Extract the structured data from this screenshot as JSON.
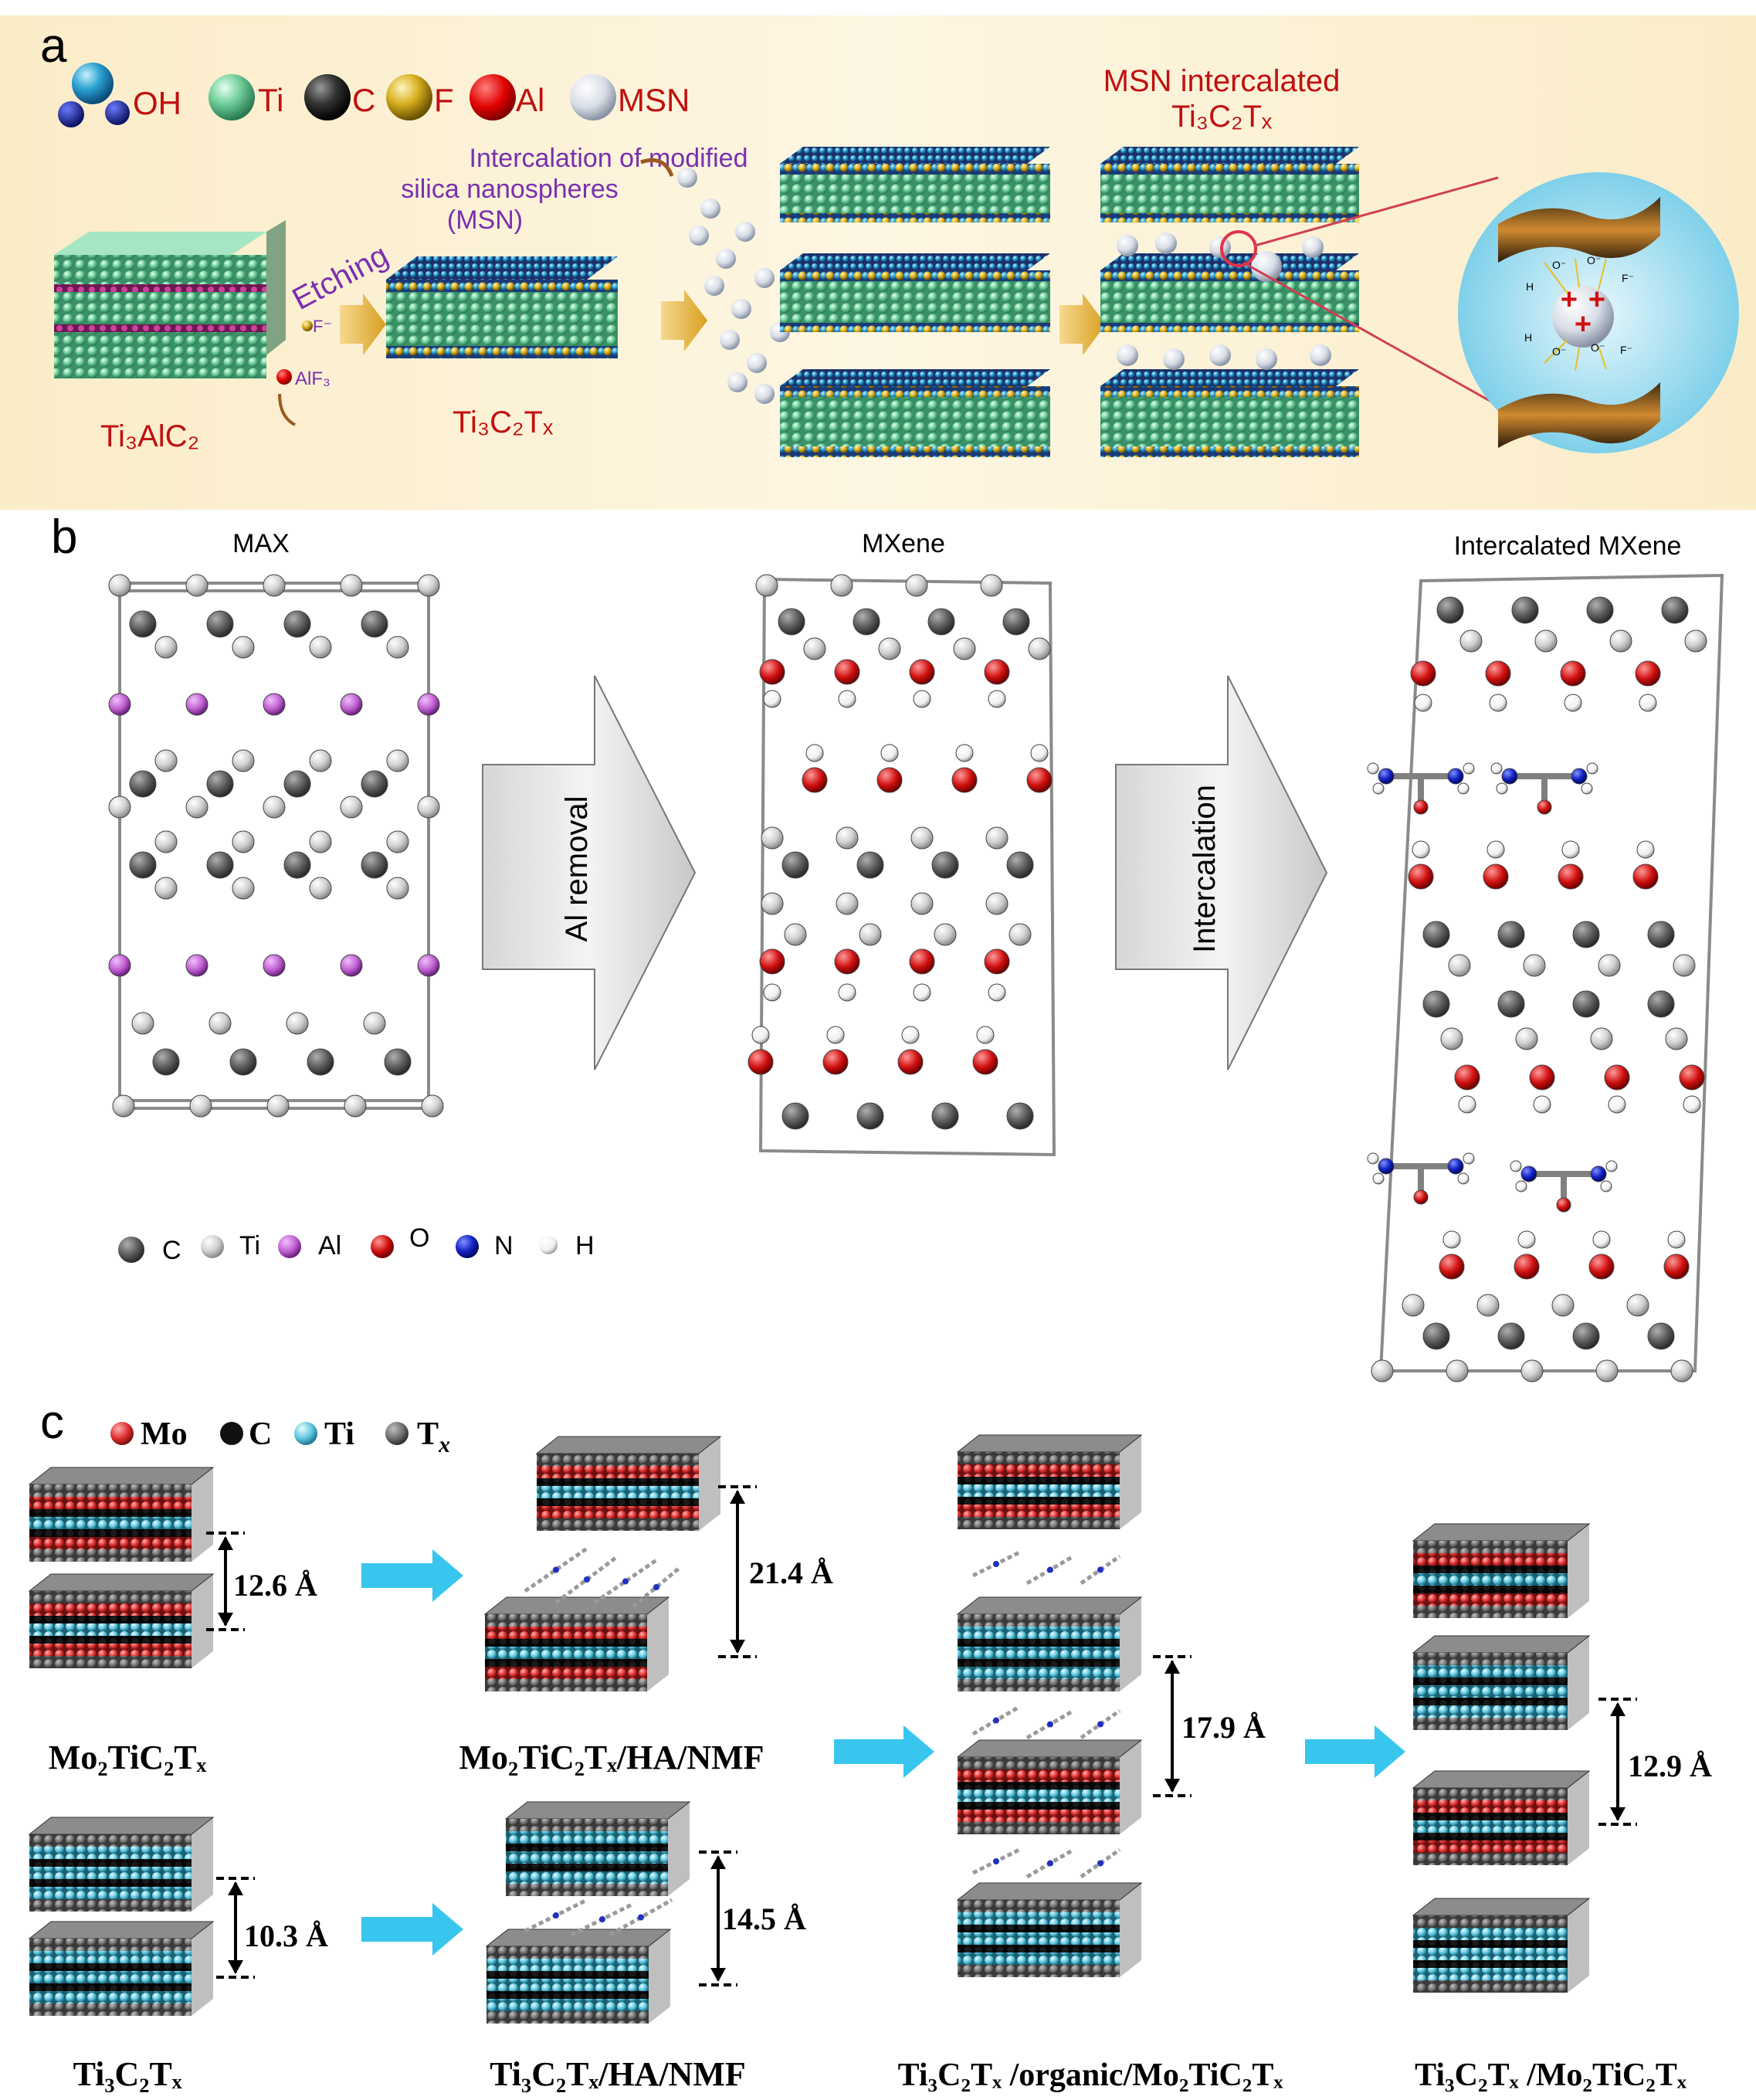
{
  "panel_a": {
    "panel_label": "a",
    "legend": [
      {
        "label": "OH",
        "color": "#2a8fc0"
      },
      {
        "label": "Ti",
        "color": "#6fcf9a"
      },
      {
        "label": "C",
        "color": "#333333"
      },
      {
        "label": "F",
        "color": "#d8b020"
      },
      {
        "label": "Al",
        "color": "#e00000"
      },
      {
        "label": "MSN",
        "color": "#d8dde6"
      }
    ],
    "etching_label": "Etching",
    "f_ion_label": "F⁻",
    "alf3_label": "AlF₃",
    "intercalation_text": [
      "Intercalation of modified",
      "silica nanospheres",
      "(MSN)"
    ],
    "msn_title": [
      "MSN intercalated",
      "Ti₃C₂Tₓ"
    ],
    "ti3alc2_label": "Ti₃AlC₂",
    "ti3c2tx_label": "Ti₃C₂Tₓ",
    "inset_charges": [
      "+",
      "+",
      "+"
    ],
    "inset_group_labels": [
      "O⁻",
      "O⁻",
      "F⁻",
      "H",
      "O⁻",
      "O⁻",
      "F⁻",
      "H"
    ]
  },
  "panel_b": {
    "panel_label": "b",
    "titles": [
      "MAX",
      "MXene",
      "Intercalated MXene"
    ],
    "arrow_labels": [
      "Al removal",
      "Intercalation"
    ],
    "legend": [
      {
        "label": "C",
        "color": "#6a6a6a"
      },
      {
        "label": "Ti",
        "color": "#d0d0d0"
      },
      {
        "label": "Al",
        "color": "#c060d0"
      },
      {
        "label": "O",
        "color": "#d01010"
      },
      {
        "label": "N",
        "color": "#1020c0"
      },
      {
        "label": "H",
        "color": "#f4f4f4"
      }
    ]
  },
  "panel_c": {
    "panel_label": "c",
    "legend": [
      {
        "label": "Mo",
        "color": "#e03030"
      },
      {
        "label": "C",
        "color": "#222222"
      },
      {
        "label": "Ti",
        "color": "#60c8e0"
      },
      {
        "label": "T",
        "sub": "x",
        "color": "#707070"
      }
    ],
    "spacings": [
      "12.6 Å",
      "21.4 Å",
      "17.9 Å",
      "12.9 Å",
      "10.3 Å",
      "14.5 Å"
    ],
    "captions": [
      "Mo₂TiC₂Tₓ",
      "Mo₂TiC₂Tₓ/HA/NMF",
      "Ti₃C₂Tₓ",
      "Ti₃C₂Tₓ/HA/NMF",
      "Ti₃C₂Tₓ /organic/Mo₂TiC₂Tₓ",
      "Ti₃C₂Tₓ /Mo₂TiC₂Tₓ"
    ]
  }
}
